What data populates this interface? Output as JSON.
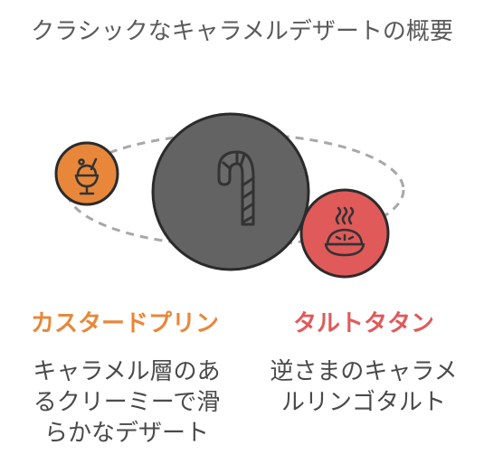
{
  "title": "クラシックなキャラメルデザートの概要",
  "center": {
    "icon": "candy-cane-icon",
    "color": "#636363"
  },
  "items": [
    {
      "name": "カスタードプリン",
      "description_lines": [
        "キャラメル層のあ",
        "るクリーミーで滑",
        "らかなデザート"
      ],
      "icon": "sundae-icon",
      "color": "#e8873a"
    },
    {
      "name": "タルトタタン",
      "description_lines": [
        "逆さまのキャラメ",
        "ルリンゴタルト"
      ],
      "icon": "pie-icon",
      "color": "#e05a5a"
    }
  ]
}
